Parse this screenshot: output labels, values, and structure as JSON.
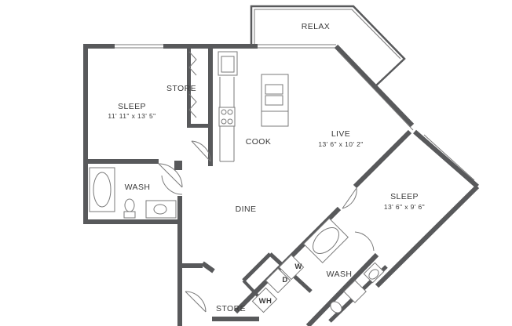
{
  "rooms": {
    "relax": {
      "name": "RELAX"
    },
    "sleep_1": {
      "name": "SLEEP",
      "dimensions": "11' 11\" x 13' 5\""
    },
    "store_1": {
      "name": "STORE"
    },
    "cook": {
      "name": "COOK"
    },
    "live": {
      "name": "LIVE",
      "dimensions": "13' 6\" x 10' 2\""
    },
    "wash_1": {
      "name": "WASH"
    },
    "dine": {
      "name": "DINE"
    },
    "sleep_2": {
      "name": "SLEEP",
      "dimensions": "13' 6\" x 9' 6\""
    },
    "wash_2": {
      "name": "WASH"
    },
    "store_2": {
      "name": "STORE"
    }
  },
  "appliances": {
    "washer": "W",
    "dryer": "D",
    "water_heater": "WH"
  },
  "colors": {
    "wall": "#58595b",
    "text": "#3a3a3a",
    "background": "#ffffff"
  }
}
